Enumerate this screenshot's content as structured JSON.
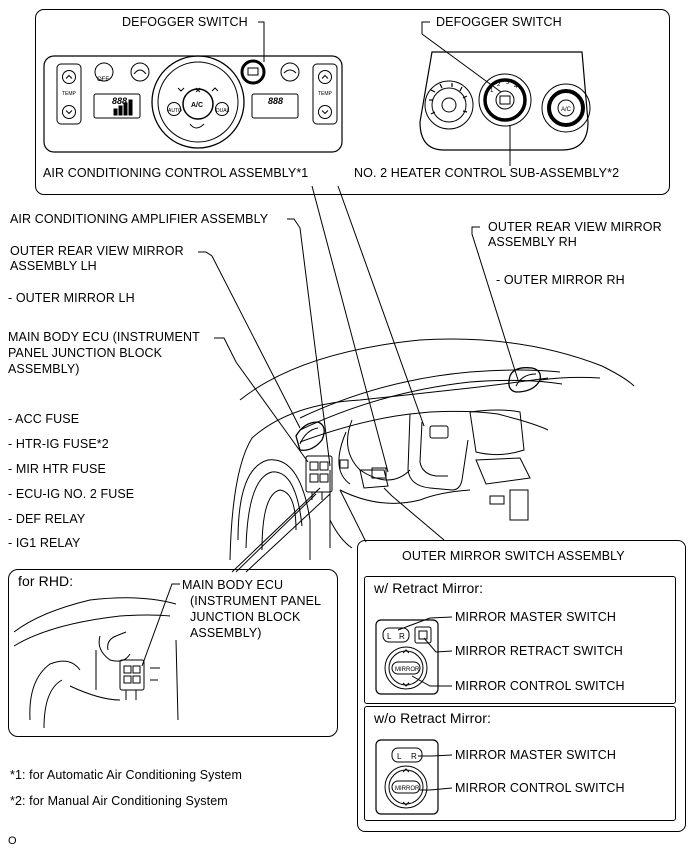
{
  "labels": {
    "defogger_left": "DEFOGGER SWITCH",
    "defogger_right": "DEFOGGER SWITCH",
    "ac_control": "AIR CONDITIONING CONTROL ASSEMBLY*1",
    "heater_control": "NO. 2 HEATER CONTROL SUB-ASSEMBLY*2",
    "ac_amplifier": "AIR CONDITIONING AMPLIFIER ASSEMBLY",
    "mirror_lh_1": "OUTER REAR VIEW MIRROR",
    "mirror_lh_2": "ASSEMBLY LH",
    "outer_mirror_lh": "- OUTER MIRROR LH",
    "mirror_rh_1": "OUTER REAR VIEW MIRROR",
    "mirror_rh_2": "ASSEMBLY RH",
    "outer_mirror_rh": "- OUTER MIRROR RH",
    "main_ecu_1": "MAIN BODY ECU (INSTRUMENT",
    "main_ecu_2": "PANEL JUNCTION BLOCK",
    "main_ecu_3": "ASSEMBLY)",
    "fuses": [
      "- ACC FUSE",
      "- HTR-IG FUSE*2",
      "- MIR HTR FUSE",
      "- ECU-IG NO. 2 FUSE",
      "- DEF RELAY",
      "- IG1 RELAY"
    ],
    "rhd_title": "for RHD:",
    "rhd_ecu": [
      "MAIN BODY ECU",
      "(INSTRUMENT PANEL",
      "JUNCTION BLOCK",
      "ASSEMBLY)"
    ],
    "mirror_switch_title": "OUTER MIRROR SWITCH ASSEMBLY",
    "w_retract": "w/ Retract Mirror:",
    "wo_retract": "w/o Retract Mirror:",
    "master_switch_1": "MIRROR MASTER SWITCH",
    "retract_switch": "MIRROR RETRACT SWITCH",
    "control_switch_1": "MIRROR CONTROL SWITCH",
    "master_switch_2": "MIRROR MASTER SWITCH",
    "control_switch_2": "MIRROR CONTROL SWITCH",
    "note_1": "*1: for Automatic Air Conditioning System",
    "note_2": "*2: for Manual Air Conditioning System",
    "corner_mark": "O"
  },
  "panel_text": {
    "off": "OFF",
    "temp": "TEMP",
    "auto": "AUTO",
    "ac": "A/C",
    "dual": "DUAL",
    "l": "L",
    "r": "R",
    "mirror": "MIRROR",
    "display_digits": "888",
    "heater_nums": [
      "1",
      "2",
      "3",
      "4"
    ],
    "avo": "A/C"
  }
}
